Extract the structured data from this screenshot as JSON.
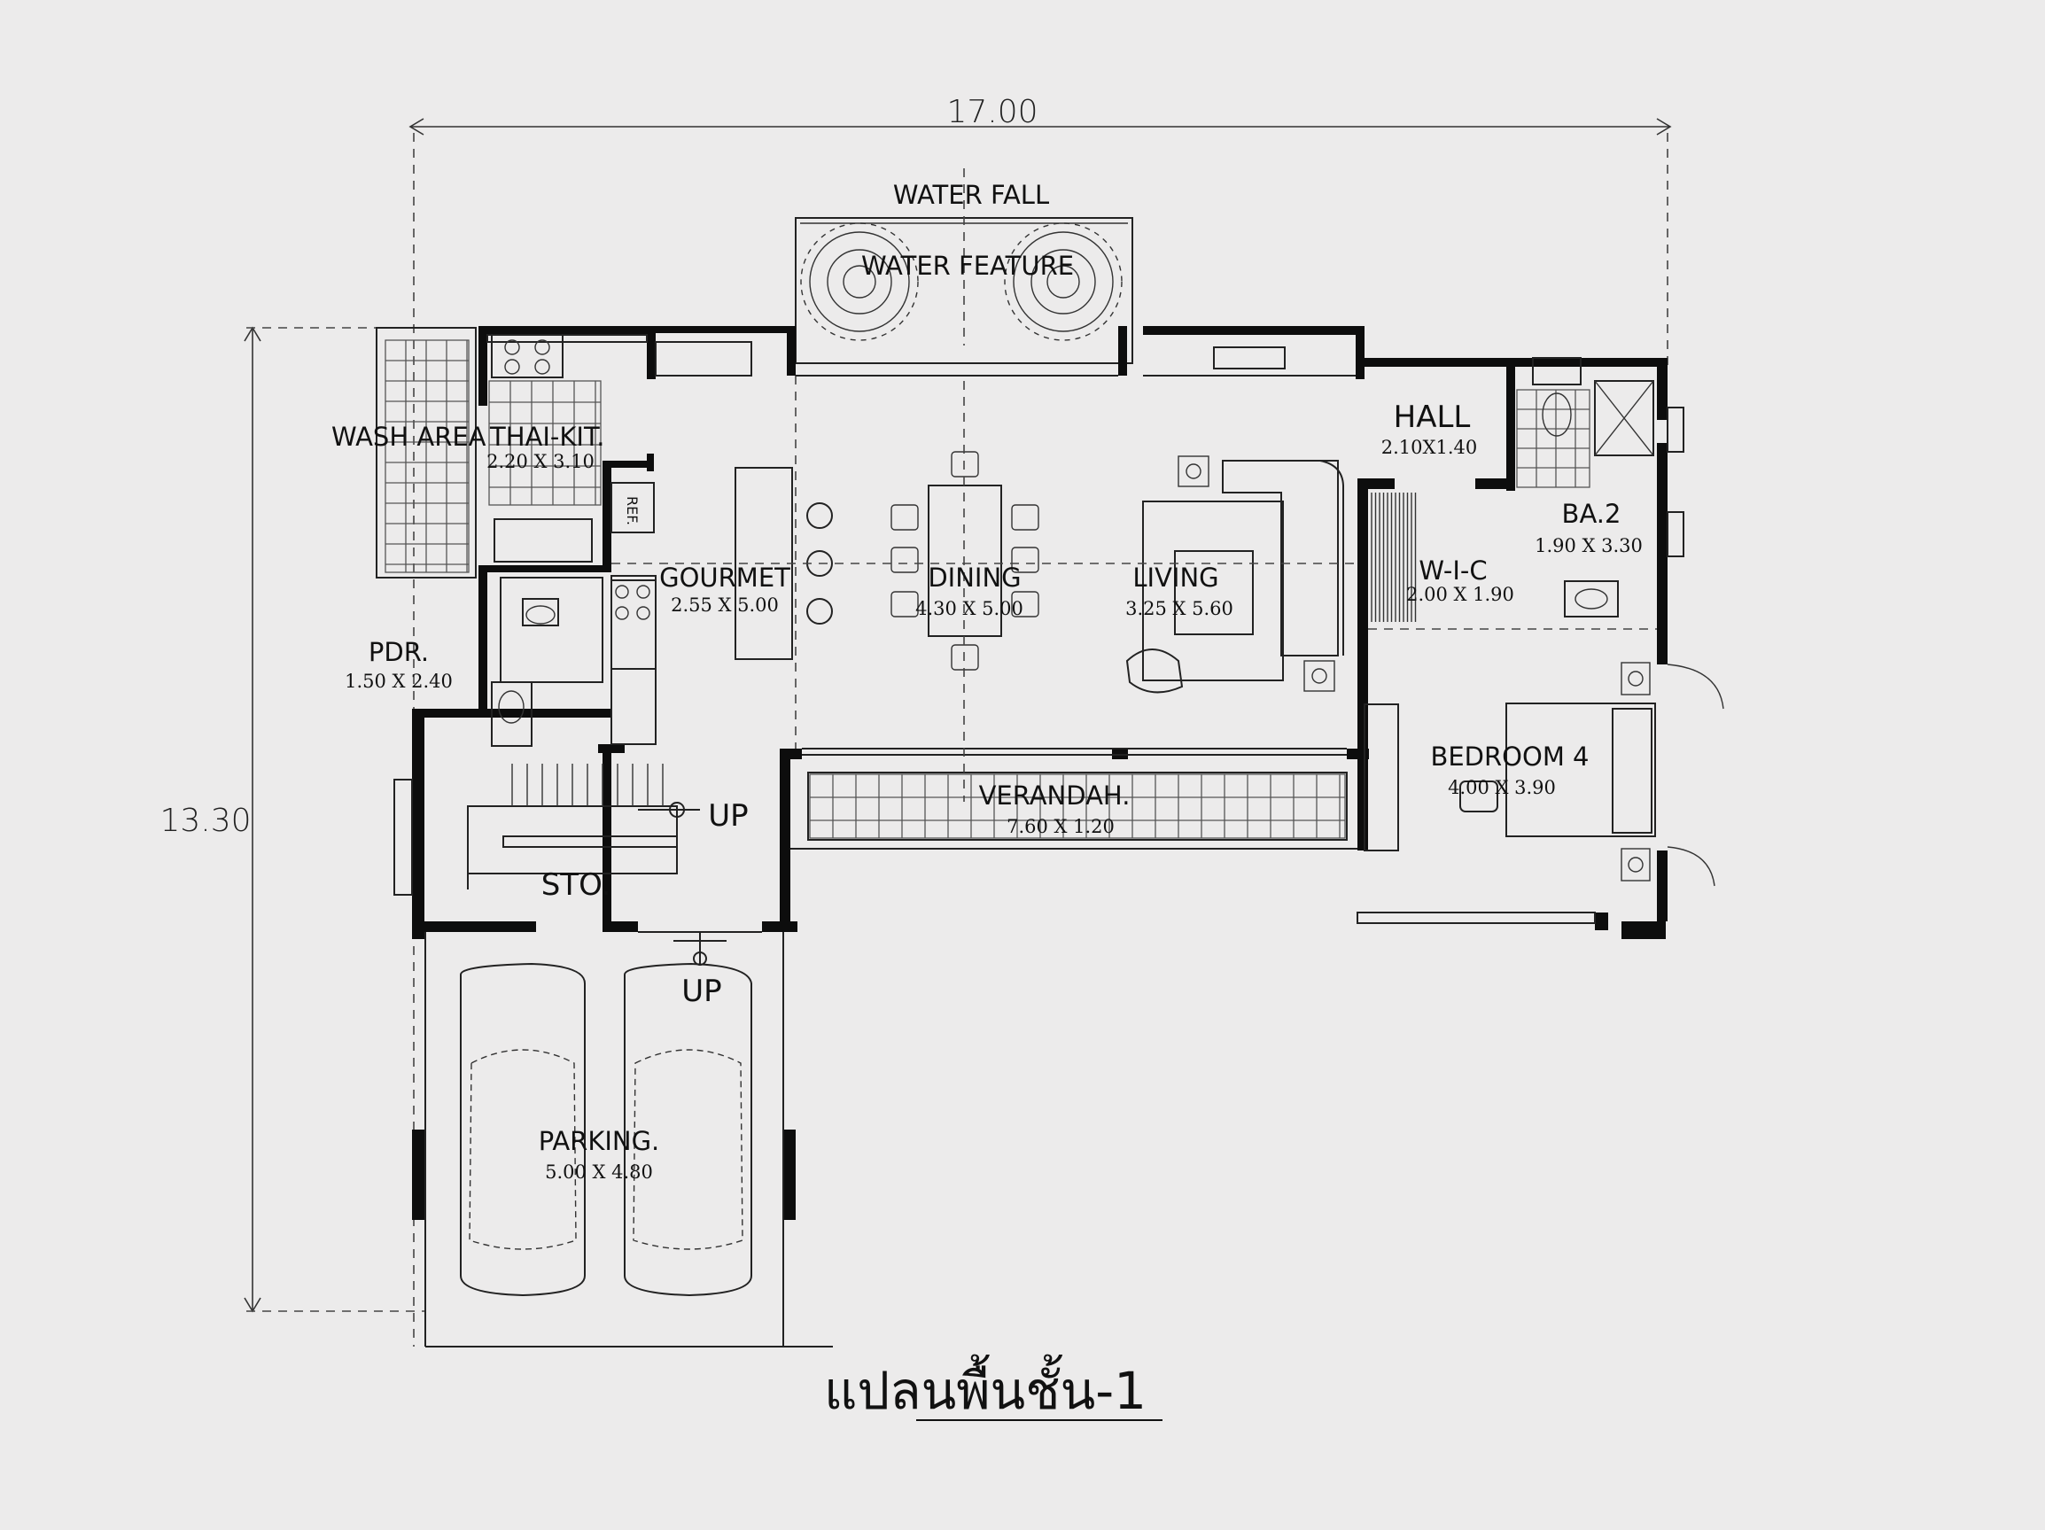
{
  "drawing": {
    "title": "แปลนพื้นชั้น-1",
    "overall_width": "17.00",
    "overall_depth": "13.30"
  },
  "rooms": {
    "water_fall": "WATER FALL",
    "water_feature": "WATER FEATURE",
    "wash_area": "WASH AREA",
    "thai_kit": "THAI-KIT.",
    "thai_kit_dim": "2.20 X 3.10",
    "ref": "REF.",
    "gourmet": "GOURMET",
    "gourmet_dim": "2.55 X 5.00",
    "dining": "DINING",
    "dining_dim": "4.30 X 5.00",
    "living": "LIVING",
    "living_dim": "3.25 X 5.60",
    "hall": "HALL",
    "hall_dim": "2.10X1.40",
    "wic": "W-I-C",
    "wic_dim": "2.00 X 1.90",
    "ba2": "BA.2",
    "ba2_dim": "1.90 X 3.30",
    "pdr": "PDR.",
    "pdr_dim": "1.50 X 2.40",
    "up_stair": "UP",
    "sto": "STO.",
    "verandah": "VERANDAH.",
    "verandah_dim": "7.60 X 1.20",
    "bedroom4": "BEDROOM 4",
    "bedroom4_dim": "4.00 X 3.90",
    "up_entry": "UP",
    "parking": "PARKING.",
    "parking_dim": "5.00 X 4.80"
  }
}
